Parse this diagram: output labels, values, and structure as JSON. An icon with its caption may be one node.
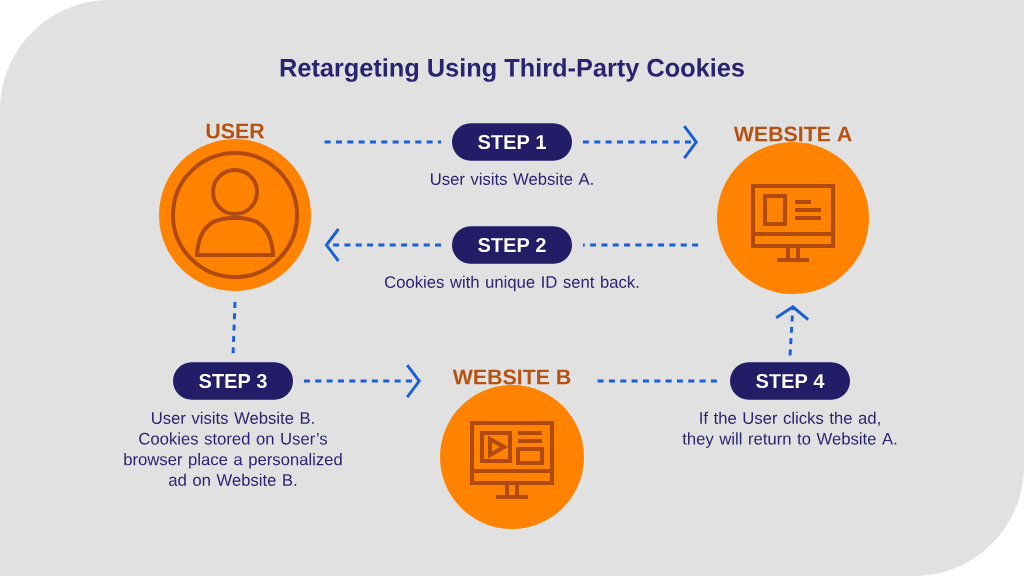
{
  "diagram": {
    "title": "Retargeting Using Third-Party Cookies",
    "nodes": [
      {
        "text": [
          "USER"
        ]
      },
      {
        "text": [
          "WEBSITE A"
        ]
      },
      {
        "text": [
          "STEP 1"
        ],
        "beside": [
          "User visits Website A."
        ]
      },
      {
        "text": [
          "STEP 2"
        ],
        "beside": [
          "Cookies with unique ID sent back."
        ]
      },
      {
        "text": [
          "STEP 3"
        ],
        "beside": [
          "User visits Website B. Cookies stored on User’s browser place a personalized ad on Website B."
        ]
      },
      {
        "text": [
          "WEBSITE B"
        ]
      },
      {
        "text": [
          "STEP 4"
        ],
        "beside": [
          "If the User clicks the ad, they will return to Website A."
        ]
      }
    ],
    "edges": [
      {
        "from": 0,
        "to": 2,
        "arrow": "none",
        "style": "dashed"
      },
      {
        "from": 2,
        "to": 1,
        "arrow": "to",
        "style": "dashed"
      },
      {
        "from": 1,
        "to": 3,
        "arrow": "none",
        "style": "dashed"
      },
      {
        "from": 3,
        "to": 0,
        "arrow": "to",
        "style": "dashed"
      },
      {
        "from": 0,
        "to": 4,
        "arrow": "none",
        "style": "dashed"
      },
      {
        "from": 4,
        "to": 5,
        "arrow": "to",
        "style": "dashed"
      },
      {
        "from": 5,
        "to": 6,
        "arrow": "none",
        "style": "dashed"
      },
      {
        "from": 6,
        "to": 1,
        "arrow": "to",
        "style": "dashed"
      }
    ]
  }
}
